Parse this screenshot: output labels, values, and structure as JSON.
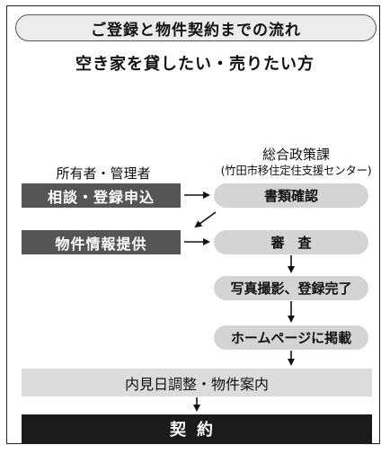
{
  "title": "ご登録と物件契約までの流れ",
  "subtitle": "空き家を貸したい・売りたい方",
  "columns": {
    "owner": "所有者・管理者",
    "city": "総合政策課",
    "city_sub": "(竹田市移住定住支援センター)"
  },
  "steps": {
    "consult": "相談・登録申込",
    "docs": "書類確認",
    "property_info": "物件情報提供",
    "review": "審　査",
    "photo": "写真撮影、登録完了",
    "web": "ホームページに掲載",
    "viewing": "内見日調整・物件案内",
    "contract": "契約"
  },
  "colors": {
    "dark_box": "#555555",
    "pill": "#d4d4d4",
    "wide_box": "#dcdcdc",
    "final_box": "#1a1a1a"
  }
}
